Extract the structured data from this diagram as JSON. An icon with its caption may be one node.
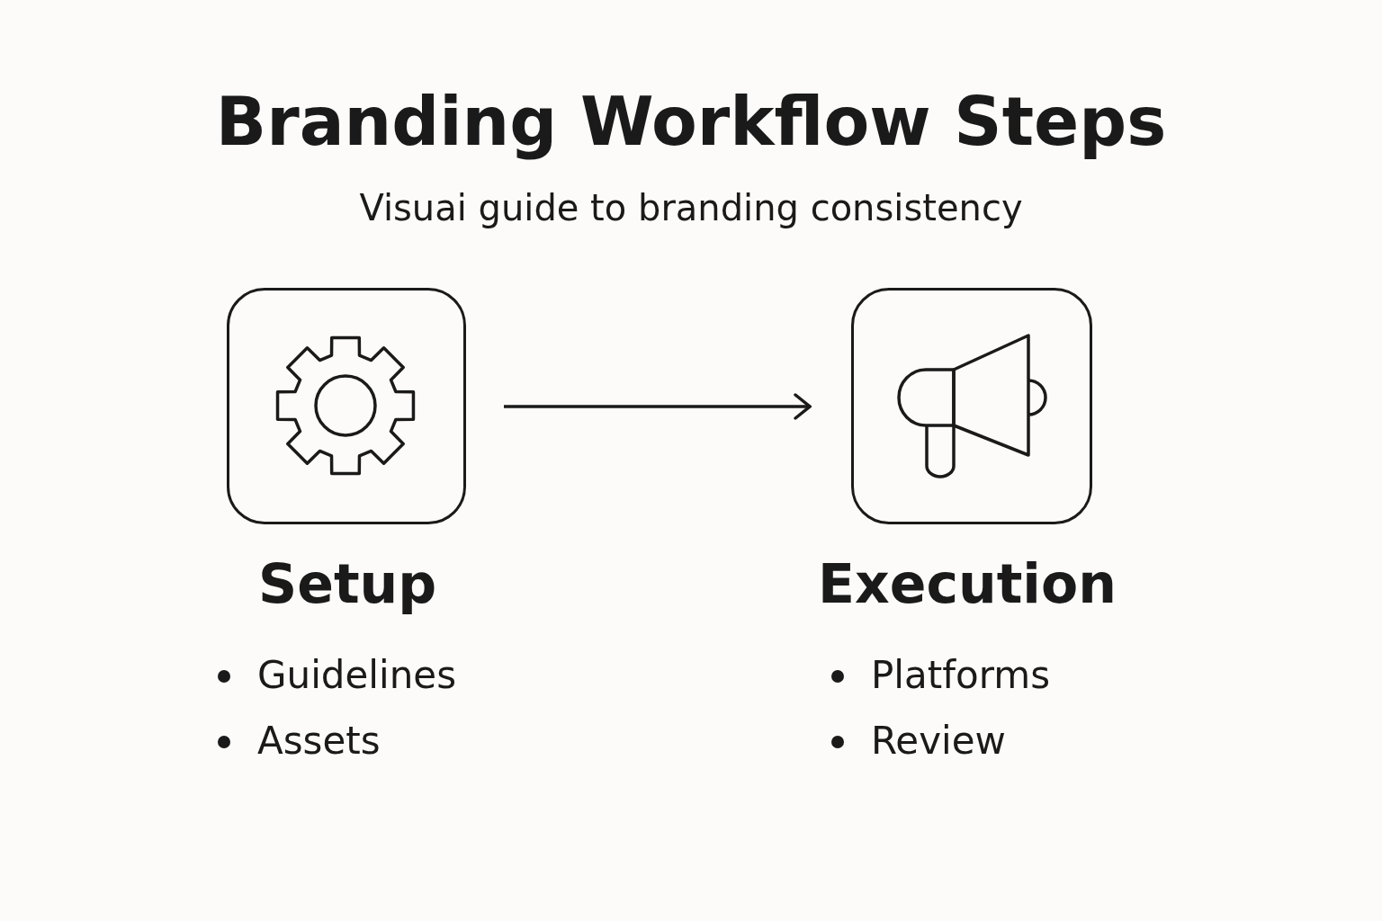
{
  "diagram": {
    "title": "Branding Workflow Steps",
    "caption": "Visuai guide to branding consistency",
    "nodes": [
      {
        "text": [
          "Setup"
        ],
        "beside": [
          "Guidelines",
          "Assets"
        ]
      },
      {
        "text": [
          "Execution"
        ],
        "beside": [
          "Platforms",
          "Review"
        ]
      }
    ],
    "edges": [
      {
        "from": 0,
        "to": 1,
        "arrow": "to"
      }
    ]
  }
}
